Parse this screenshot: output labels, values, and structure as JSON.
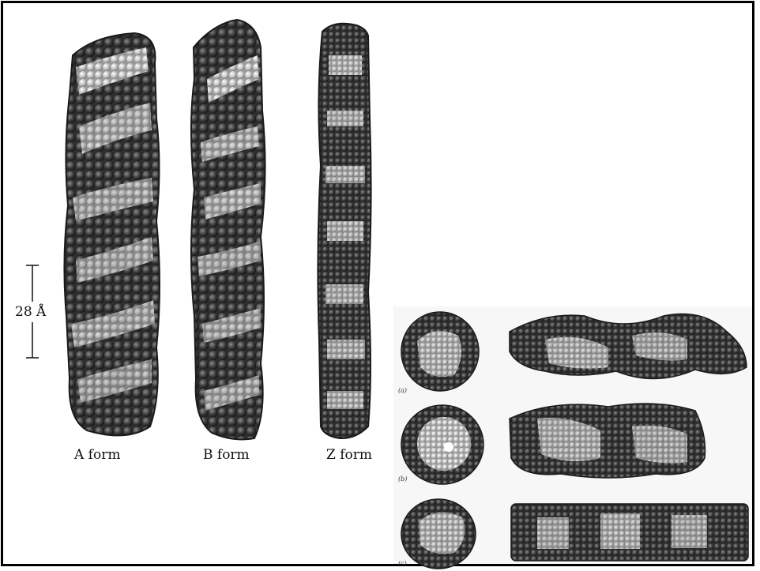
{
  "figure": {
    "form_labels": [
      "A form",
      "B form",
      "Z form"
    ],
    "scale_bar_label": "28 Å",
    "panel_labels": [
      "(a)",
      "(b)",
      "(c)"
    ],
    "colors": {
      "dark_atom": "#3a3a3a",
      "light_atom": "#c8c8c8",
      "border": "#000000"
    }
  }
}
